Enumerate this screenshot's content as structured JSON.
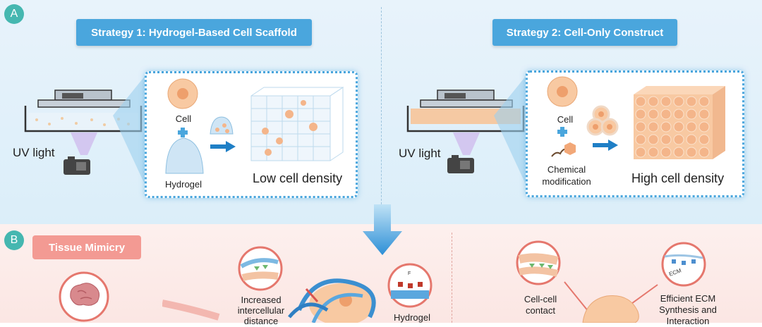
{
  "panel_a": {
    "label": "A",
    "strategy1": {
      "title": "Strategy 1: Hydrogel-Based Cell Scaffold",
      "uv_label": "UV light",
      "cell_label": "Cell",
      "hydrogel_label": "Hydrogel",
      "result_label": "Low cell density"
    },
    "strategy2": {
      "title": "Strategy 2: Cell-Only Construct",
      "uv_label": "UV light",
      "cell_label": "Cell",
      "chemical_label_line1": "Chemical",
      "chemical_label_line2": "modification",
      "result_label": "High cell density"
    }
  },
  "panel_b": {
    "label": "B",
    "tissue_mimicry": "Tissue Mimicry",
    "left": {
      "increased_line1": "Increased",
      "increased_line2": "intercellular",
      "increased_line3": "distance",
      "hydrogel_label": "Hydrogel"
    },
    "right": {
      "cellcell_line1": "Cell-cell",
      "cellcell_line2": "contact",
      "ecm_line1": "Efficient ECM",
      "ecm_line2": "Synthesis and",
      "ecm_line3": "Interaction",
      "ecm_tag": "ECM"
    }
  },
  "colors": {
    "accent_blue": "#4aa6dd",
    "mimicry_red": "#f39a93",
    "cell_orange": "#f4b58a"
  }
}
